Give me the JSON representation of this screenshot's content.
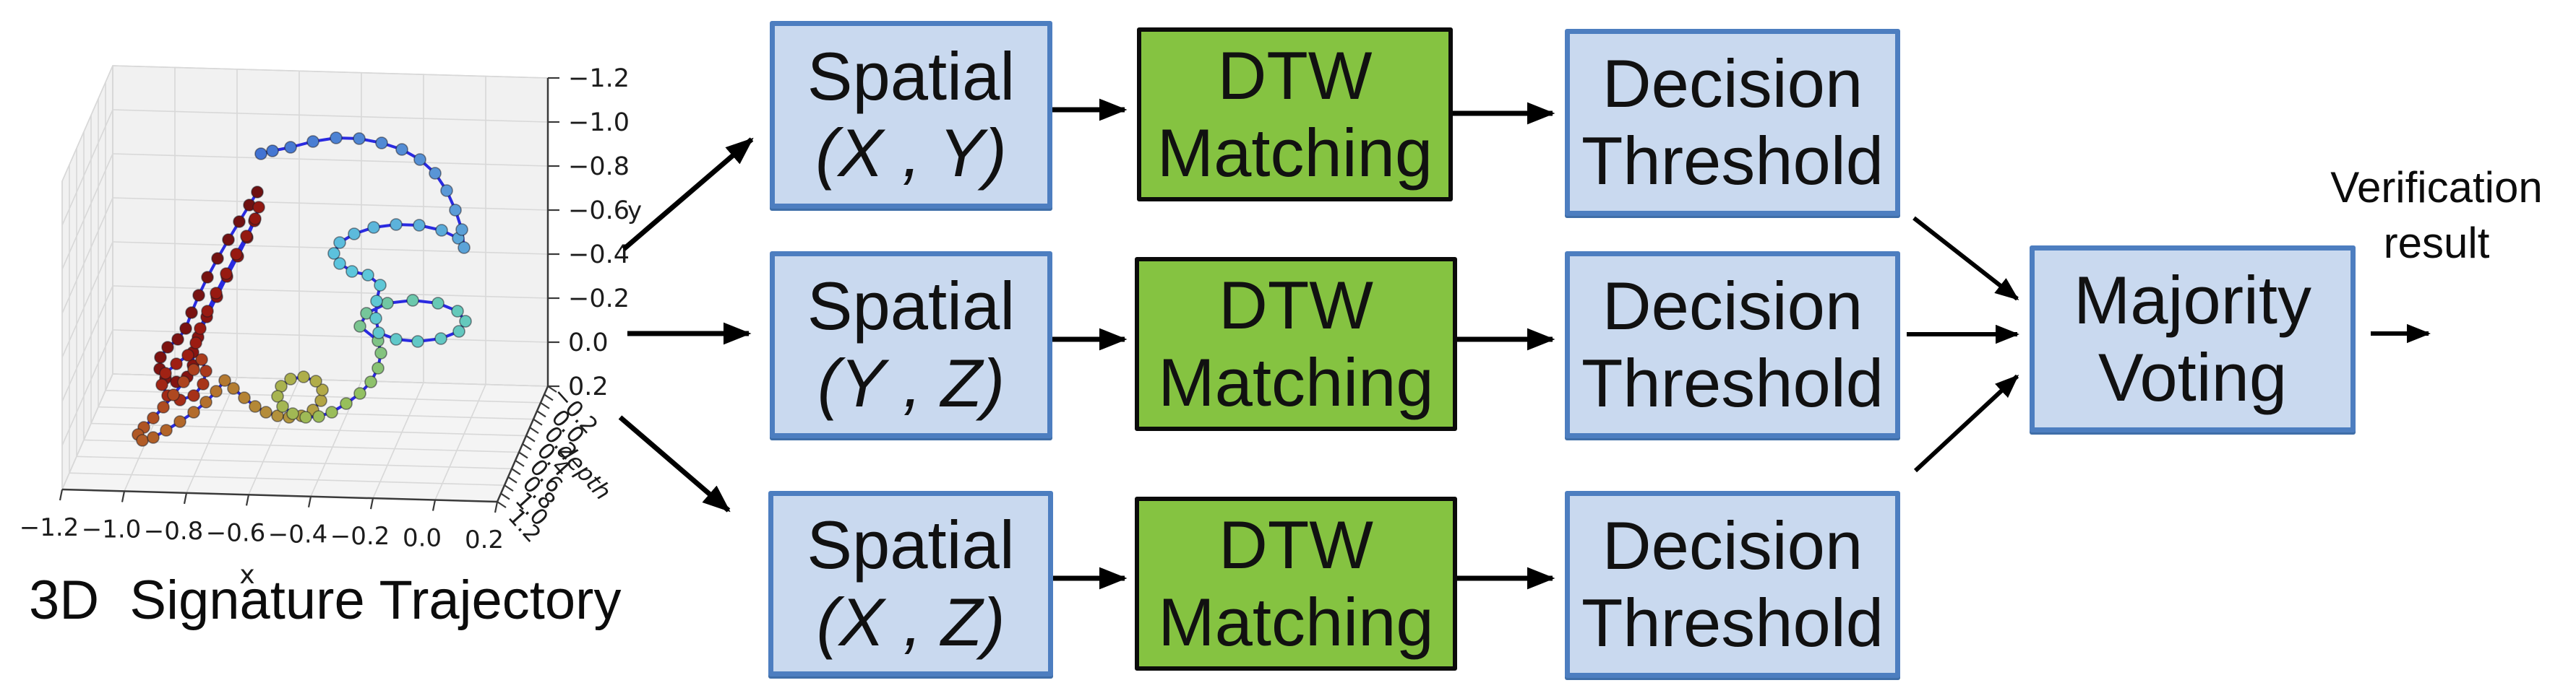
{
  "caption": "3D  Signature Trajectory",
  "output_label": {
    "line1": "Verification",
    "line2": "result"
  },
  "colors": {
    "box_blue_fill": "#c9d9ef",
    "box_blue_border": "#4d7ec0",
    "box_green_fill": "#85c341",
    "box_green_border": "#0b0b0b",
    "arrow": "#000000",
    "trajectory_line": "#2a2ae0",
    "pane_fill": "#f1f1f1",
    "grid_line": "#d8d8d8"
  },
  "pipeline": {
    "rows": [
      {
        "spatial": {
          "line1": "Spatial",
          "line2": "(X , Y)"
        },
        "dtw": {
          "line1": "DTW",
          "line2": "Matching"
        },
        "decision": {
          "line1": "Decision",
          "line2": "Threshold"
        }
      },
      {
        "spatial": {
          "line1": "Spatial",
          "line2": "(Y , Z)"
        },
        "dtw": {
          "line1": "DTW",
          "line2": "Matching"
        },
        "decision": {
          "line1": "Decision",
          "line2": "Threshold"
        }
      },
      {
        "spatial": {
          "line1": "Spatial",
          "line2": "(X , Z)"
        },
        "dtw": {
          "line1": "DTW",
          "line2": "Matching"
        },
        "decision": {
          "line1": "Decision",
          "line2": "Threshold"
        }
      }
    ],
    "majority": {
      "line1": "Majority",
      "line2": "Voting"
    }
  },
  "plot": {
    "x_label": "x",
    "y_label": "y",
    "depth_label": "depth",
    "x_tick_labels": [
      "−1.2",
      "−1.0",
      "−0.8",
      "−0.6",
      "−0.4",
      "−0.2",
      "0.0",
      "0.2"
    ],
    "y_tick_labels": [
      "−1.2",
      "−1.0",
      "−0.8",
      "−0.6",
      "−0.4",
      "−0.2",
      "0.0",
      "0.2"
    ],
    "depth_tick_labels": [
      "−0.2",
      "0.0",
      "0.2",
      "0.4",
      "0.6",
      "0.8",
      "1.0",
      "1.2"
    ],
    "line_color": "#2a2ae0",
    "marker_gradient": [
      [
        0.0,
        "#6e1111"
      ],
      [
        0.15,
        "#8a1410"
      ],
      [
        0.28,
        "#9e1d12"
      ],
      [
        0.36,
        "#ad431f"
      ],
      [
        0.46,
        "#b4742e"
      ],
      [
        0.55,
        "#b3ab48"
      ],
      [
        0.64,
        "#96c05c"
      ],
      [
        0.72,
        "#66c9b8"
      ],
      [
        0.82,
        "#5cc6de"
      ],
      [
        0.92,
        "#5b98d6"
      ],
      [
        1.0,
        "#4273d2"
      ]
    ],
    "trajectory_points": [
      [
        356,
        266
      ],
      [
        345,
        284
      ],
      [
        331,
        307
      ],
      [
        316,
        332
      ],
      [
        301,
        358
      ],
      [
        287,
        384
      ],
      [
        275,
        409
      ],
      [
        265,
        433
      ],
      [
        257,
        455
      ],
      [
        246,
        470
      ],
      [
        232,
        481
      ],
      [
        222,
        495
      ],
      [
        221,
        511
      ],
      [
        229,
        524
      ],
      [
        244,
        529
      ],
      [
        259,
        522
      ],
      [
        267,
        506
      ],
      [
        267,
        488
      ],
      [
        274,
        467
      ],
      [
        286,
        439
      ],
      [
        300,
        411
      ],
      [
        314,
        383
      ],
      [
        329,
        355
      ],
      [
        342,
        329
      ],
      [
        352,
        306
      ],
      [
        358,
        287
      ],
      [
        353,
        303
      ],
      [
        341,
        327
      ],
      [
        327,
        352
      ],
      [
        313,
        379
      ],
      [
        299,
        406
      ],
      [
        287,
        431
      ],
      [
        277,
        455
      ],
      [
        271,
        475
      ],
      [
        260,
        492
      ],
      [
        244,
        504
      ],
      [
        229,
        517
      ],
      [
        224,
        533
      ],
      [
        232,
        548
      ],
      [
        249,
        554
      ],
      [
        268,
        548
      ],
      [
        281,
        532
      ],
      [
        285,
        514
      ],
      [
        279,
        498
      ],
      [
        268,
        512
      ],
      [
        254,
        529
      ],
      [
        240,
        547
      ],
      [
        226,
        564
      ],
      [
        212,
        579
      ],
      [
        199,
        592
      ],
      [
        191,
        602
      ],
      [
        197,
        610
      ],
      [
        212,
        606
      ],
      [
        230,
        596
      ],
      [
        249,
        584
      ],
      [
        268,
        571
      ],
      [
        285,
        557
      ],
      [
        299,
        542
      ],
      [
        311,
        527
      ],
      [
        323,
        538
      ],
      [
        338,
        551
      ],
      [
        353,
        563
      ],
      [
        368,
        571
      ],
      [
        384,
        576
      ],
      [
        400,
        578
      ],
      [
        417,
        576
      ],
      [
        433,
        568
      ],
      [
        444,
        555
      ],
      [
        446,
        540
      ],
      [
        437,
        528
      ],
      [
        420,
        522
      ],
      [
        402,
        525
      ],
      [
        389,
        535
      ],
      [
        384,
        549
      ],
      [
        391,
        563
      ],
      [
        405,
        573
      ],
      [
        423,
        578
      ],
      [
        441,
        577
      ],
      [
        459,
        571
      ],
      [
        479,
        559
      ],
      [
        498,
        545
      ],
      [
        513,
        529
      ],
      [
        523,
        510
      ],
      [
        527,
        489
      ],
      [
        523,
        472
      ],
      [
        498,
        452
      ],
      [
        507,
        434
      ],
      [
        536,
        420
      ],
      [
        571,
        416
      ],
      [
        606,
        420
      ],
      [
        633,
        431
      ],
      [
        644,
        445
      ],
      [
        635,
        459
      ],
      [
        610,
        469
      ],
      [
        578,
        473
      ],
      [
        548,
        470
      ],
      [
        524,
        461
      ],
      [
        520,
        441
      ],
      [
        521,
        417
      ],
      [
        526,
        395
      ],
      [
        509,
        381
      ],
      [
        487,
        376
      ],
      [
        470,
        365
      ],
      [
        462,
        351
      ],
      [
        470,
        336
      ],
      [
        490,
        324
      ],
      [
        517,
        315
      ],
      [
        548,
        311
      ],
      [
        580,
        312
      ],
      [
        611,
        319
      ],
      [
        634,
        330
      ],
      [
        642,
        343
      ],
      [
        639,
        318
      ],
      [
        630,
        291
      ],
      [
        618,
        264
      ],
      [
        602,
        240
      ],
      [
        581,
        221
      ],
      [
        556,
        207
      ],
      [
        528,
        198
      ],
      [
        497,
        192
      ],
      [
        465,
        191
      ],
      [
        433,
        196
      ],
      [
        402,
        204
      ],
      [
        377,
        209
      ],
      [
        361,
        213
      ]
    ]
  }
}
